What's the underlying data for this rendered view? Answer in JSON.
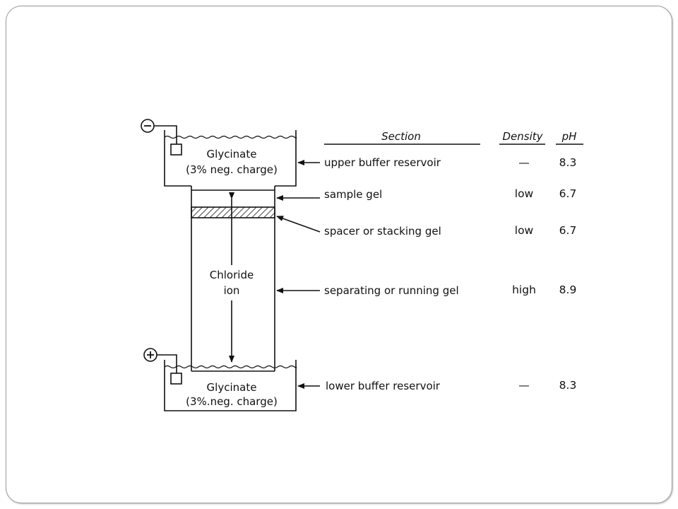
{
  "header": {
    "section": "Section",
    "density": "Density",
    "ph": "pH"
  },
  "electrodes": {
    "top": "−",
    "bottom": "+"
  },
  "upper_reservoir": {
    "line1": "Glycinate",
    "line2": "(3% neg. charge)"
  },
  "lower_reservoir": {
    "line1": "Glycinate",
    "line2": "(3%.neg. charge)"
  },
  "column": {
    "line1": "Chloride",
    "line2": "ion"
  },
  "rows": [
    {
      "section": "upper buffer reservoir",
      "density": "—",
      "ph": "8.3"
    },
    {
      "section": "sample gel",
      "density": "low",
      "ph": "6.7"
    },
    {
      "section": "spacer or stacking gel",
      "density": "low",
      "ph": "6.7"
    },
    {
      "section": "separating or running gel",
      "density": "high",
      "ph": "8.9"
    },
    {
      "section": "lower buffer reservoir",
      "density": "—",
      "ph": "8.3"
    }
  ]
}
